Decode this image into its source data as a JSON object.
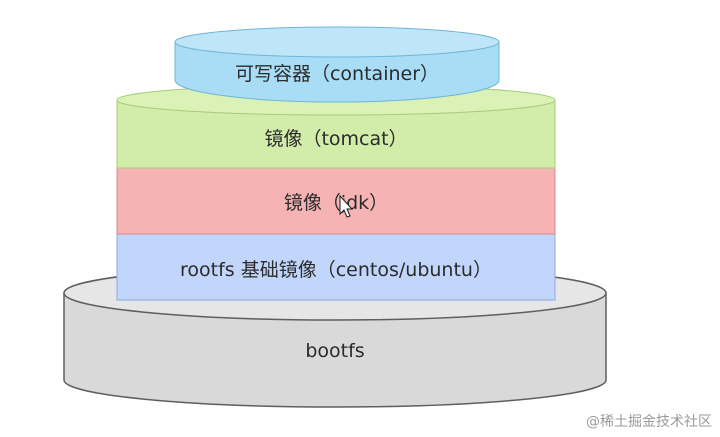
{
  "diagram": {
    "layers": [
      {
        "id": "bootfs",
        "label": "bootfs",
        "fill": "#d9d9d9",
        "top": "#e6e6e6",
        "stroke": "#5e5e5e"
      },
      {
        "id": "rootfs",
        "label": "rootfs 基础镜像（centos/ubuntu）",
        "fill": "#c2d6fb",
        "top": "#c8d9fb",
        "stroke": "#8aa8e0"
      },
      {
        "id": "jdk",
        "label": "镜像（jdk）",
        "fill": "#f6b3b3",
        "top": "#f8bcbc",
        "stroke": "#d98a8a"
      },
      {
        "id": "tomcat",
        "label": "镜像（tomcat）",
        "fill": "#d2ecaa",
        "top": "#dbf2b6",
        "stroke": "#a8c97a"
      },
      {
        "id": "container",
        "label": "可写容器（container）",
        "fill": "#a9dcf5",
        "top": "#bfe5f8",
        "stroke": "#6fb5d9"
      }
    ]
  },
  "watermark": "@稀土掘金技术社区"
}
